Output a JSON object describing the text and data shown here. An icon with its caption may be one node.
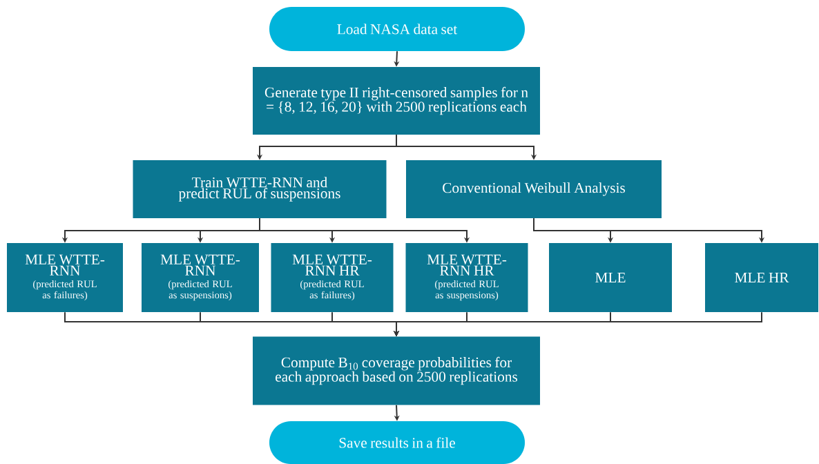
{
  "diagram": {
    "nodes": [
      {
        "text": [
          "Load NASA data set"
        ]
      },
      {
        "text": [
          "Generate type II right-censored samples for n = {8, 12, 16, 20} with 2500 replications each"
        ]
      },
      {
        "text": [
          "Train WTTE-RNN and predict RUL of suspensions"
        ]
      },
      {
        "text": [
          "Conventional Weibull Analysis"
        ]
      },
      {
        "text": [
          "MLE WTTE-RNN",
          "(predicted RUL as failures)"
        ]
      },
      {
        "text": [
          "MLE WTTE-RNN",
          "(predicted RUL as suspensions)"
        ]
      },
      {
        "text": [
          "MLE WTTE-RNN HR",
          "(predicted RUL as failures)"
        ]
      },
      {
        "text": [
          "MLE WTTE-RNN HR",
          "(predicted RUL as suspensions)"
        ]
      },
      {
        "text": [
          "MLE"
        ]
      },
      {
        "text": [
          "MLE HR"
        ]
      },
      {
        "text": [
          "Compute B$_{10}$ coverage probabilities for each approach based on 2500 replications"
        ]
      },
      {
        "text": [
          "Save results in a file"
        ]
      }
    ],
    "edges": [
      {
        "from": 0,
        "to": 1,
        "arrow": "to"
      },
      {
        "from": 1,
        "to": 2,
        "arrow": "to"
      },
      {
        "from": 1,
        "to": 3,
        "arrow": "to"
      },
      {
        "from": 2,
        "to": 4,
        "arrow": "to"
      },
      {
        "from": 2,
        "to": 5,
        "arrow": "to"
      },
      {
        "from": 2,
        "to": 6,
        "arrow": "to"
      },
      {
        "from": 2,
        "to": 7,
        "arrow": "to"
      },
      {
        "from": 3,
        "to": 8,
        "arrow": "to"
      },
      {
        "from": 3,
        "to": 9,
        "arrow": "to"
      },
      {
        "from": 4,
        "to": 10,
        "arrow": "to"
      },
      {
        "from": 5,
        "to": 10,
        "arrow": "to"
      },
      {
        "from": 6,
        "to": 10,
        "arrow": "to"
      },
      {
        "from": 7,
        "to": 10,
        "arrow": "to"
      },
      {
        "from": 8,
        "to": 10,
        "arrow": "to"
      },
      {
        "from": 9,
        "to": 10,
        "arrow": "to"
      },
      {
        "from": 10,
        "to": 11,
        "arrow": "to"
      }
    ]
  }
}
